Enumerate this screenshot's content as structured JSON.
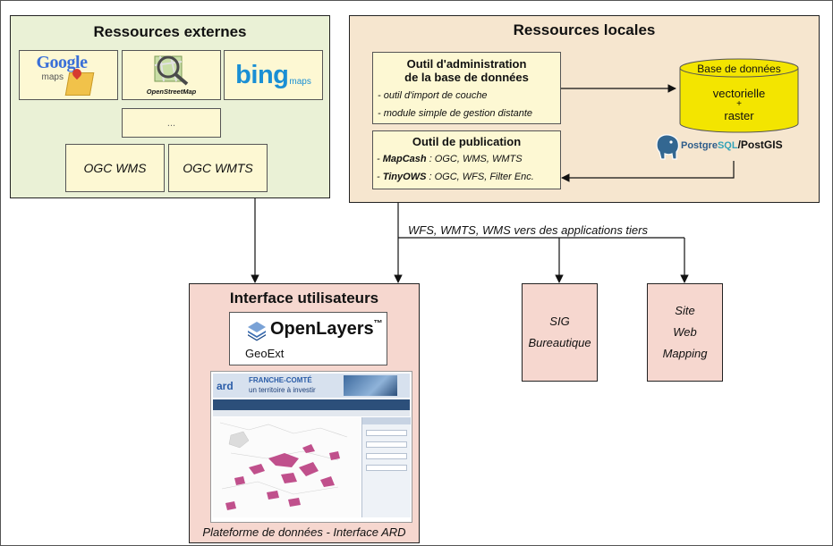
{
  "external": {
    "title": "Ressources externes",
    "google_logo": "Google",
    "google_maps": "maps",
    "osm_label": "OpenStreetMap",
    "bing_logo": "bing",
    "bing_maps": "maps",
    "ellipsis": "...",
    "wms": "OGC WMS",
    "wmts": "OGC WMTS"
  },
  "local": {
    "title": "Ressources locales",
    "admin_title_line1": "Outil d'administration",
    "admin_title_line2": "de la base de données",
    "admin_item1": "- outil d'import de couche",
    "admin_item2": "- module simple de gestion distante",
    "db_title": "Base de données",
    "db_line1": "vectorielle",
    "db_plus": "+",
    "db_line2": "raster",
    "pub_title": "Outil de publication",
    "pub_item1_name": "MapCash",
    "pub_item1_rest": " : OGC, WMS, WMTS",
    "pub_item2_name": "TinyOWS",
    "pub_item2_rest": " : OGC, WFS, Filter Enc.",
    "pg_prefix": "Postgre",
    "pg_sql": "SQL",
    "pg_suffix": "/PostGIS"
  },
  "flow_label": "WFS, WMTS, WMS vers des applications tiers",
  "ui": {
    "title": "Interface utilisateurs",
    "openlayers": "OpenLayers",
    "tm": "™",
    "geoext": "GeoExt",
    "caption": "Plateforme de données - Interface ARD",
    "ard_logo": "ard",
    "banner_line1": "FRANCHE-COMTÉ",
    "banner_line2": "un territoire à investir"
  },
  "sig": {
    "line1": "SIG",
    "line2": "Bureautique"
  },
  "web": {
    "line1": "Site",
    "line2": "Web",
    "line3": "Mapping"
  },
  "colors": {
    "external_bg": "#eaf1d6",
    "local_bg": "#f6e6cf",
    "ui_bg": "#f6d7cf",
    "box_bg": "#fdf8d3",
    "db_fill": "#f3e500",
    "postgres_blue": "#2d5c8a",
    "sql_teal": "#34a3b8"
  }
}
